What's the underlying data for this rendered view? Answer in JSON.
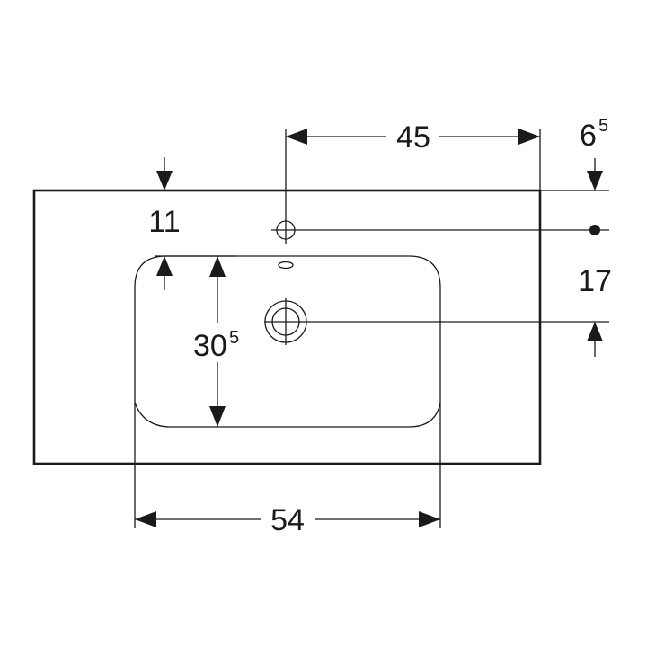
{
  "dimensions": {
    "top_tap_offset": {
      "value": "45",
      "sup": ""
    },
    "right_edge_offset": {
      "value": "6",
      "sup": "5"
    },
    "top_edge_to_basin": {
      "value": "11",
      "sup": ""
    },
    "drain_height": {
      "value": "17",
      "sup": ""
    },
    "basin_depth": {
      "value": "30",
      "sup": "5"
    },
    "basin_width": {
      "value": "54",
      "sup": ""
    }
  }
}
